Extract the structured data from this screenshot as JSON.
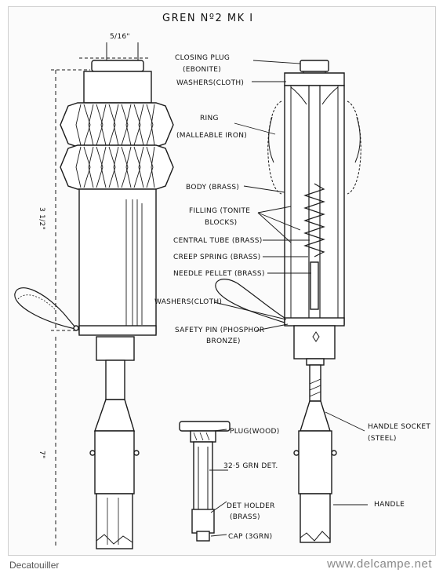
{
  "diagram": {
    "title": "GREN Nº2 MK I",
    "dimensions": {
      "top_width": "5/16\"",
      "body_length": "3 1/2\"",
      "handle_length": "7\""
    },
    "labels": {
      "closing_plug": "CLOSING PLUG",
      "closing_plug_material": "(EBONITE)",
      "washers_top": "WASHERS(CLOTH)",
      "ring": "RING",
      "ring_material": "(MALLEABLE IRON)",
      "body": "BODY (BRASS)",
      "filling_1": "FILLING (TONITE",
      "filling_2": "BLOCKS)",
      "central_tube": "CENTRAL TUBE (BRASS)",
      "creep_spring": "CREEP SPRING (BRASS)",
      "needle_pellet": "NEEDLE PELLET (BRASS)",
      "washers_bottom": "WASHERS(CLOTH)",
      "safety_pin_1": "SAFETY PIN (PHOSPHOR",
      "safety_pin_2": "BRONZE)",
      "handle_socket_1": "HANDLE SOCKET",
      "handle_socket_2": "(STEEL)",
      "handle": "HANDLE",
      "plug_wood": "PLUG(WOOD)",
      "detonator": "32·5 GRN DET.",
      "det_holder_1": "DET HOLDER",
      "det_holder_2": "(BRASS)",
      "cap": "CAP (3GRN)"
    }
  },
  "footer": {
    "seller": "Decatouiller",
    "watermark": "www.delcampe.net"
  }
}
